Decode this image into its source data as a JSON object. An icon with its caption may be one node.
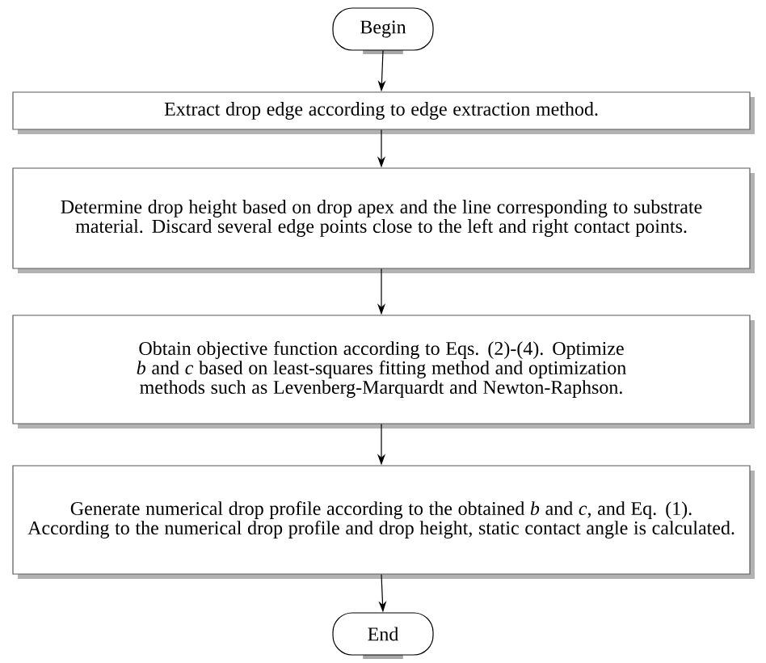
{
  "diagram": {
    "nodes": [
      {
        "text": [
          "Begin"
        ]
      },
      {
        "text": [
          "Extract drop edge according to edge extraction method."
        ]
      },
      {
        "text": [
          "Determine drop height based on drop apex and the line corresponding to substrate material. Discard several edge points close to the left and right contact points."
        ]
      },
      {
        "text": [
          "Obtain objective function according to Eqs. (2)-(4). Optimize *b* and *c* based on least-squares fitting method and optimization methods such as Levenberg-Marquardt and Newton-Raphson."
        ]
      },
      {
        "text": [
          "Generate numerical drop profile according to the obtained *b* and *c*, and Eq. (1). According to the numerical drop profile and drop height, static contact angle is calculated."
        ]
      },
      {
        "text": [
          "End"
        ]
      }
    ],
    "edges": [
      {
        "from": 0,
        "to": 1,
        "arrow": "to"
      },
      {
        "from": 1,
        "to": 2,
        "arrow": "to"
      },
      {
        "from": 2,
        "to": 3,
        "arrow": "to"
      },
      {
        "from": 3,
        "to": 4,
        "arrow": "to"
      },
      {
        "from": 4,
        "to": 5,
        "arrow": "to"
      }
    ]
  }
}
